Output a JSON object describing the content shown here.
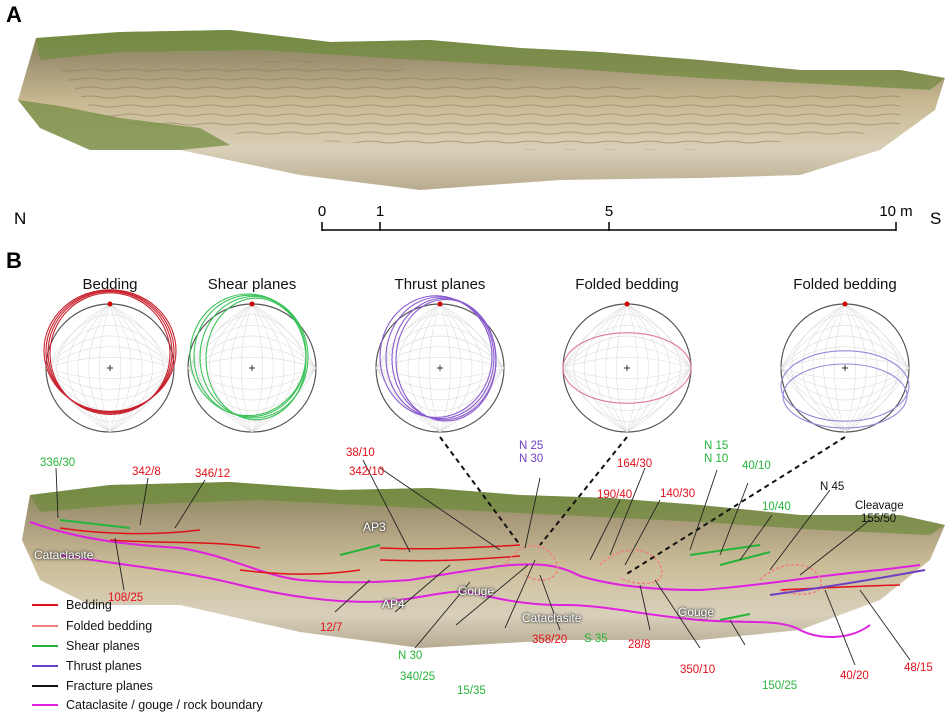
{
  "panel_a": {
    "letter": "A",
    "compass_north": "N",
    "compass_south": "S",
    "scale_ticks": [
      "0",
      "1",
      "5",
      "10 m"
    ]
  },
  "panel_b": {
    "letter": "B",
    "stereonets": [
      {
        "title": "Bedding",
        "color": "#c8202d"
      },
      {
        "title": "Shear planes",
        "color": "#3cc35a"
      },
      {
        "title": "Thrust planes",
        "color": "#8a5ad0"
      },
      {
        "title": "Folded bedding",
        "color": "#e07a90"
      },
      {
        "title": "Folded bedding",
        "color": "#9a86d8"
      }
    ],
    "annotations_red": [
      "342/8",
      "346/12",
      "108/25",
      "38/10",
      "342/10",
      "190/40",
      "164/30",
      "140/30",
      "12/7",
      "358/20",
      "28/8",
      "350/10",
      "40/20",
      "48/15"
    ],
    "annotations_green": [
      "336/30",
      "N 15",
      "N 10",
      "40/10",
      "10/40",
      "N 30",
      "340/25",
      "15/35",
      "S 35",
      "150/25"
    ],
    "annotations_purple": [
      "N 25",
      "N 30"
    ],
    "annotations_black": [
      "N 45",
      "Cleavage",
      "155/50"
    ],
    "rock_labels": [
      "Cataclasite",
      "AP3",
      "AP4",
      "Gouge",
      "Cataclasite",
      "Gouge"
    ],
    "legend": [
      {
        "label": "Bedding",
        "color": "#e3101a"
      },
      {
        "label": "Folded bedding",
        "color": "#f08080"
      },
      {
        "label": "Shear planes",
        "color": "#26b53a"
      },
      {
        "label": "Thrust planes",
        "color": "#6e3fc4"
      },
      {
        "label": "Fracture planes",
        "color": "#111111"
      },
      {
        "label": "Cataclasite / gouge / rock boundary",
        "color": "#e020e0"
      }
    ]
  }
}
